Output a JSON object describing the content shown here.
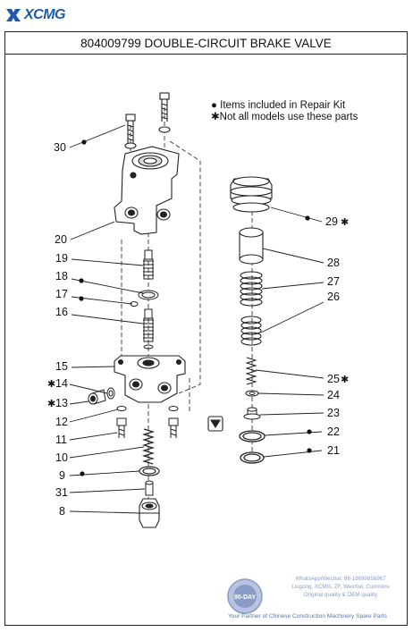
{
  "brand": {
    "name": "XCMG",
    "color": "#1e5aa8"
  },
  "title": "804009799 DOUBLE-CIRCUIT BRAKE VALVE",
  "legend": {
    "items": [
      {
        "symbol": "●",
        "text": "Items included in Repair Kit"
      },
      {
        "symbol": "✱",
        "text": "Not all models use these parts"
      }
    ]
  },
  "callouts": {
    "c30": "30",
    "c20": "20",
    "c19": "19",
    "c18": "18",
    "c17": "17",
    "c16": "16",
    "c15": "15",
    "c14": "14",
    "c13": "13",
    "c12": "12",
    "c11": "11",
    "c10": "10",
    "c9": "9",
    "c31": "31",
    "c8": "8",
    "c29": "29",
    "c28": "28",
    "c27": "27",
    "c26": "26",
    "c25": "25",
    "c24": "24",
    "c23": "23",
    "c22": "22",
    "c21": "21"
  },
  "watermark": {
    "badge": "90-DAY",
    "line1": "WhatsApp/Wechat: 86-18690856967",
    "line2": "Liugong, XCMG, ZF, Weichai, Cummins",
    "line3": "Original quality & OEM quality",
    "footer": "Your Partner of Chinese Construction Machinery Spare Parts",
    "color": "#8a9cc6"
  }
}
